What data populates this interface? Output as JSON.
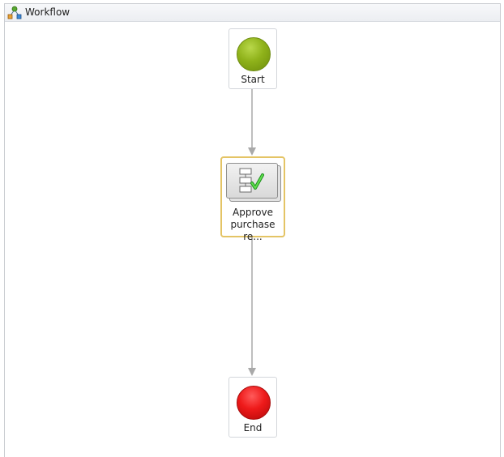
{
  "header": {
    "title": "Workflow",
    "icon": "workflow-icon"
  },
  "nodes": {
    "start": {
      "label": "Start",
      "icon": "start-circle-icon",
      "color": "#8fb21a"
    },
    "activity": {
      "label_line1": "Approve",
      "label_line2": "purchase re...",
      "icon": "approval-activity-icon",
      "highlight_color": "#e4c465"
    },
    "end": {
      "label": "End",
      "icon": "end-circle-icon",
      "color": "#ee1a1a"
    }
  },
  "connectors": [
    {
      "from": "start",
      "to": "activity"
    },
    {
      "from": "activity",
      "to": "end"
    }
  ]
}
